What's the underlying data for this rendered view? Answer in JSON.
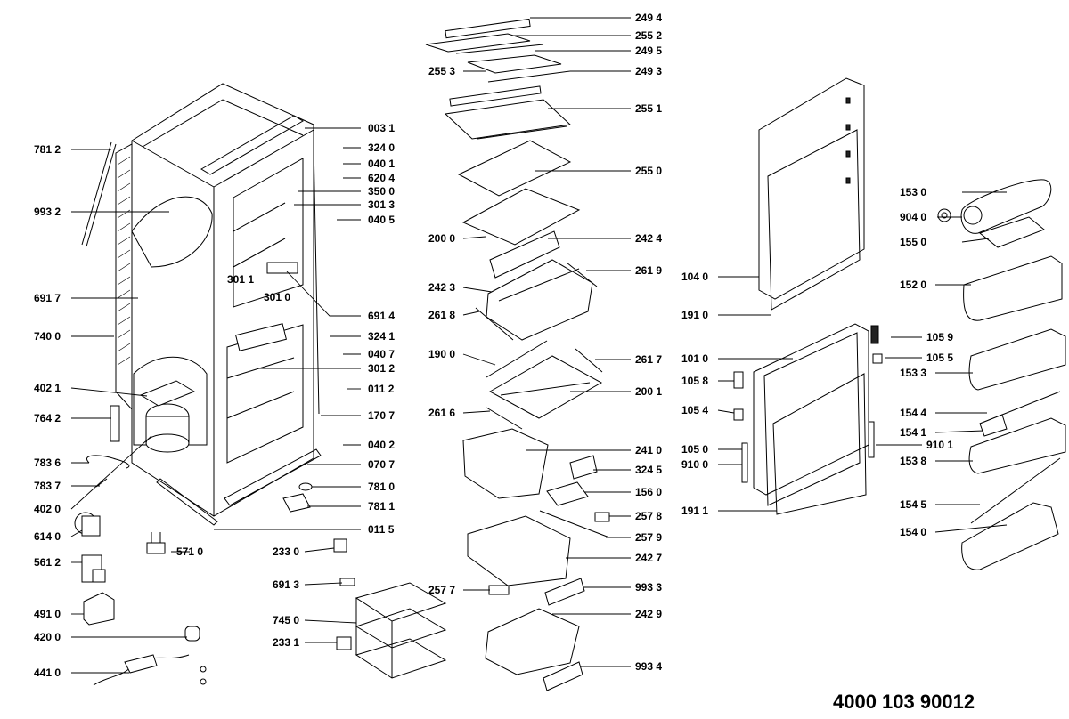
{
  "document_number": "4000 103 90012",
  "labels": {
    "p7812": "781 2",
    "p9932": "993 2",
    "p6917": "691 7",
    "p7400": "740 0",
    "p4021": "402 1",
    "p7642": "764 2",
    "p7836": "783 6",
    "p7837": "783 7",
    "p4020": "402 0",
    "p6140": "614 0",
    "p5612": "561 2",
    "p4910": "491 0",
    "p4200": "420 0",
    "p4410": "441 0",
    "p5710": "571 0",
    "p0031": "003 1",
    "p3240": "324 0",
    "p0401": "040 1",
    "p6204": "620 4",
    "p3500": "350 0",
    "p3013": "301 3",
    "p0405": "040 5",
    "p3011": "301 1",
    "p3010": "301 0",
    "p6914": "691 4",
    "p3241": "324 1",
    "p0407": "040 7",
    "p3012": "301 2",
    "p0112": "011 2",
    "p1707": "170 7",
    "p0402": "040 2",
    "p0707": "070 7",
    "p7810": "781 0",
    "p7811": "781 1",
    "p0115": "011 5",
    "p2330": "233 0",
    "p6913": "691 3",
    "p7450": "745 0",
    "p2331": "233 1",
    "p2494": "249 4",
    "p2552": "255 2",
    "p2495": "249 5",
    "p2553": "255 3",
    "p2493": "249 3",
    "p2551": "255 1",
    "p2550": "255 0",
    "p2000": "200 0",
    "p2424": "242 4",
    "p2423": "242 3",
    "p2619": "261 9",
    "p2618": "261 8",
    "p1900": "190 0",
    "p2617": "261 7",
    "p2001": "200 1",
    "p2616": "261 6",
    "p2410": "241 0",
    "p3245": "324 5",
    "p1560": "156 0",
    "p2578": "257 8",
    "p2579": "257 9",
    "p2427": "242 7",
    "p2577": "257 7",
    "p9933": "993 3",
    "p2429": "242 9",
    "p9934": "993 4",
    "p1040": "104 0",
    "p1910": "191 0",
    "p1010": "101 0",
    "p1058": "105 8",
    "p1054": "105 4",
    "p1050": "105 0",
    "p9100": "910 0",
    "p1911": "191 1",
    "p1059": "105 9",
    "p1055": "105 5",
    "p9101": "910 1",
    "p1530": "153 0",
    "p9040": "904 0",
    "p1550": "155 0",
    "p1520": "152 0",
    "p1533": "153 3",
    "p1544": "154 4",
    "p1541": "154 1",
    "p1538": "153 8",
    "p1545": "154 5",
    "p1540": "154 0"
  }
}
